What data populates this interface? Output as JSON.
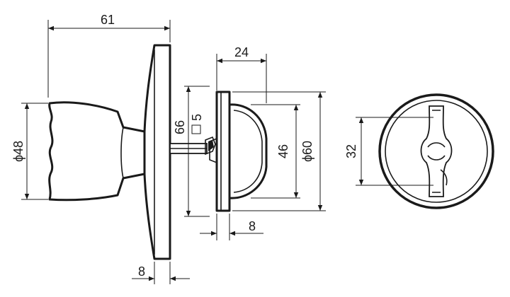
{
  "drawing": {
    "dimensions": {
      "overall_length": "61",
      "knob_diameter": "ϕ48",
      "spindle_length": "66",
      "spindle_square": "5",
      "escutcheon_depth": "24",
      "thumbturn_height": "46",
      "escutcheon_diameter": "ϕ60",
      "rose_thickness": "8",
      "escutcheon_thickness": "8",
      "thumbturn_width": "32"
    }
  }
}
